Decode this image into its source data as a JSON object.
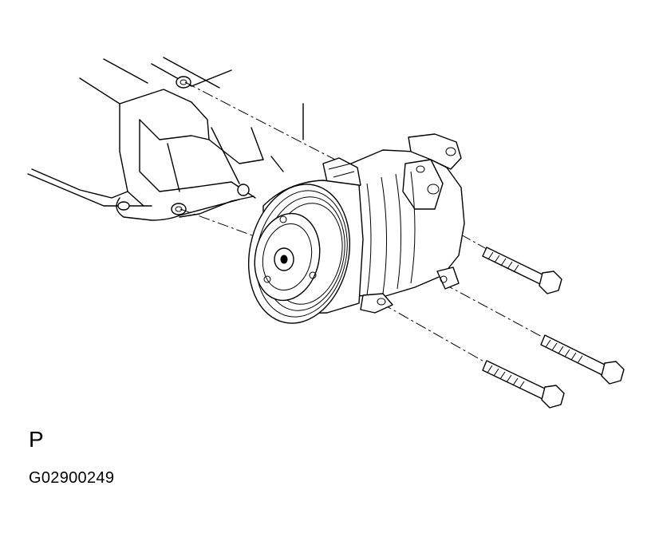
{
  "labels": {
    "view_letter": "P",
    "figure_code": "G02900249"
  },
  "figure": {
    "parts": [
      "engine-block",
      "ac-compressor",
      "pulley",
      "bolt",
      "bolt",
      "bolt"
    ],
    "bolt_count": 3,
    "line_color": "#000000",
    "background_color": "#ffffff"
  }
}
